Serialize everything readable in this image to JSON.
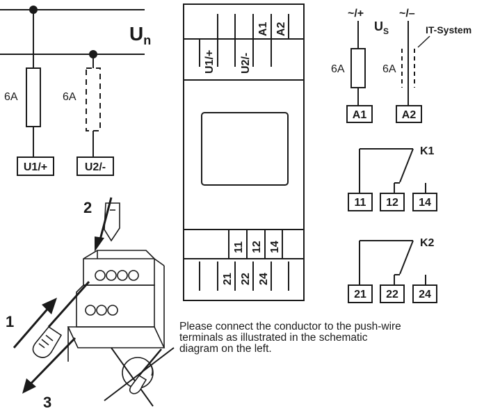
{
  "supply_section": {
    "voltage_label": "U",
    "voltage_sub": "n",
    "fuse1_rating": "6A",
    "fuse2_rating": "6A",
    "terminal1": "U1/+",
    "terminal2": "U2/-"
  },
  "device": {
    "top_terminals": [
      "A1",
      "A2"
    ],
    "upper_terminals": [
      "U1/+",
      "U2/-"
    ],
    "relay1_terminals": [
      "11",
      "12",
      "14"
    ],
    "relay2_terminals": [
      "21",
      "22",
      "24"
    ]
  },
  "aux_supply": {
    "plus_label": "~/+",
    "minus_label": "~/–",
    "voltage_label": "U",
    "voltage_sub": "S",
    "it_system_label": "IT-System",
    "fuse1_rating": "6A",
    "fuse2_rating": "6A",
    "terminal1": "A1",
    "terminal2": "A2"
  },
  "relays": [
    {
      "name": "K1",
      "terminals": [
        "11",
        "12",
        "14"
      ]
    },
    {
      "name": "K2",
      "terminals": [
        "21",
        "22",
        "24"
      ]
    }
  ],
  "steps": [
    "1",
    "2",
    "3"
  ],
  "instruction_lines": [
    "Please connect the conductor to the push-wire",
    "terminals as illustrated in the schematic",
    "diagram on the left."
  ]
}
